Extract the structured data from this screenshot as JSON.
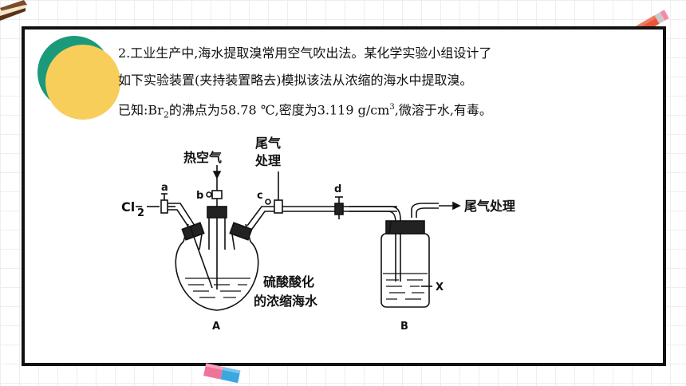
{
  "question": {
    "line1": "2.工业生产中,海水提取溴常用空气吹出法。某化学实验小组设计了",
    "line2": "如下实验装置(夹持装置略去)模拟该法从浓缩的海水中提取溴。",
    "line3_prefix": "已知:Br",
    "line3_sub": "2",
    "line3_mid": "的沸点为58.78 ℃,密度为3.119 g/cm",
    "line3_sup": "3",
    "line3_suffix": ",微溶于水,有毒。"
  },
  "diagram": {
    "hot_air": "热空气",
    "tail_gas_top_1": "尾气",
    "tail_gas_top_2": "处理",
    "tail_gas_right": "尾气处理",
    "cl2_main": "Cl",
    "cl2_sub": "2",
    "label_a": "a",
    "label_b": "b",
    "label_c": "c",
    "label_d": "d",
    "solution_1": "硫酸酸化",
    "solution_2": "的浓缩海水",
    "label_x": "X",
    "caption_a": "A",
    "caption_b": "B"
  },
  "colors": {
    "frame": "#111111",
    "circle_green": "#1a9a7a",
    "circle_yellow": "#f7ce5a",
    "pencil": "#e8553a",
    "eraser_pink": "#f0739a",
    "eraser_blue": "#3aa7e0",
    "book": "#7a4a2a"
  }
}
